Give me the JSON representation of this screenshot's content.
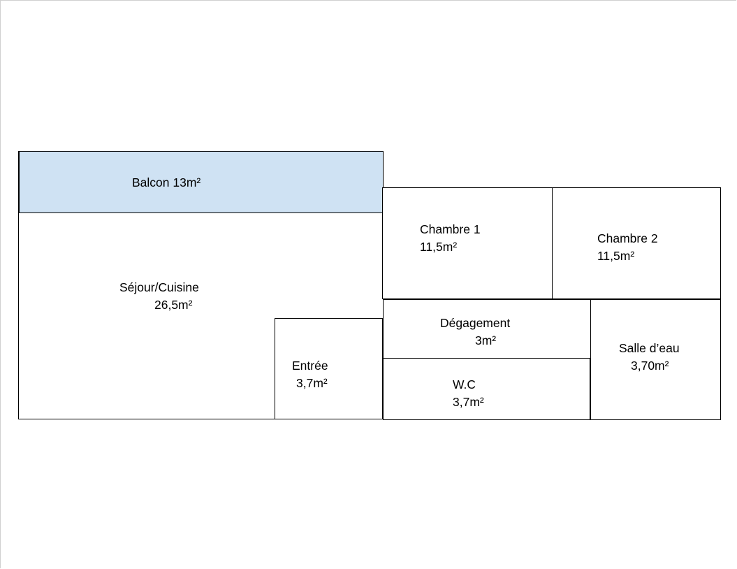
{
  "floor_plan": {
    "colors": {
      "balcony_fill": "#cfe2f3",
      "wall": "#000000"
    },
    "rooms": {
      "balcon": {
        "name": "Balcon 13m²"
      },
      "sejour": {
        "name": "Séjour/Cuisine",
        "area": "26,5m²"
      },
      "entree": {
        "name": "Entrée",
        "area": "3,7m²"
      },
      "chambre1": {
        "name": "Chambre 1",
        "area": "11,5m²"
      },
      "chambre2": {
        "name": "Chambre 2",
        "area": "11,5m²"
      },
      "degagement": {
        "name": "Dégagement",
        "area": "3m²"
      },
      "wc": {
        "name": "W.C",
        "area": "3,7m²"
      },
      "salle_eau": {
        "name": "Salle d’eau",
        "area": "3,70m²"
      }
    }
  }
}
